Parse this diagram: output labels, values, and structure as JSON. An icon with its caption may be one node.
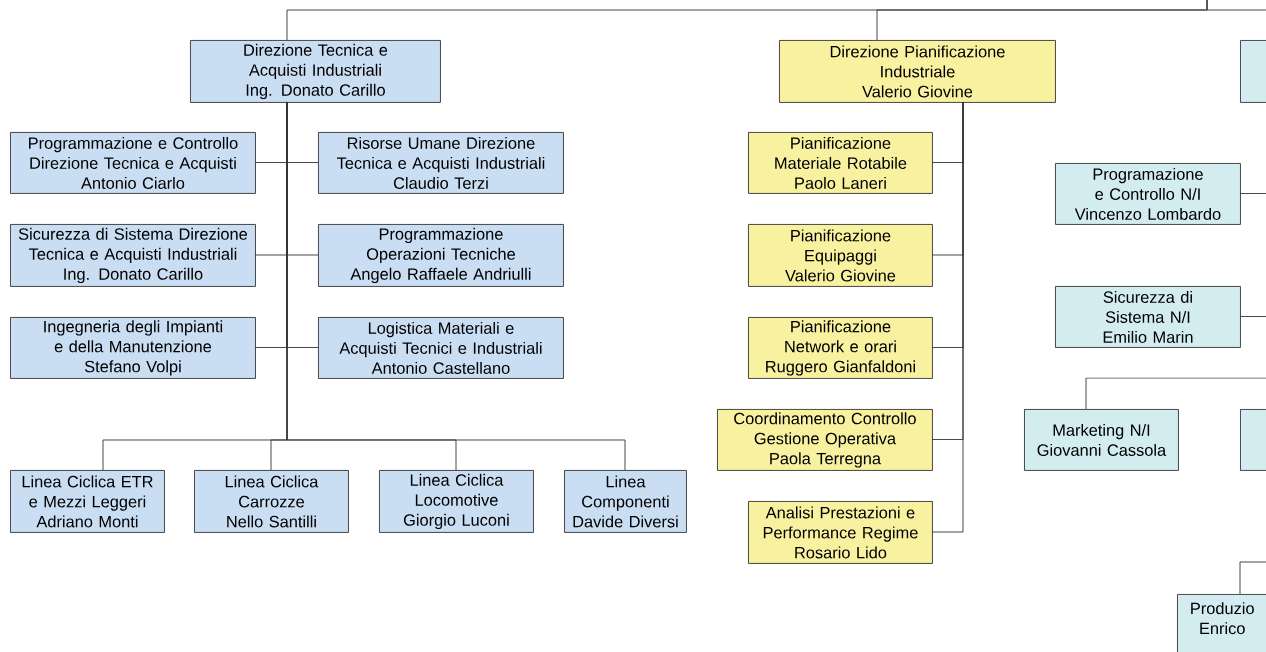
{
  "diagram": {
    "nodes": [
      {
        "text": [
          "Direzione Tecnica e Acquisti Industriali",
          "Ing. Donato Carillo"
        ]
      },
      {
        "text": [
          "Programmazione e Controllo Direzione Tecnica e Acquisti",
          "Antonio Ciarlo"
        ]
      },
      {
        "text": [
          "Risorse Umane Direzione Tecnica e Acquisti Industriali",
          "Claudio Terzi"
        ]
      },
      {
        "text": [
          "Sicurezza di Sistema Direzione Tecnica e Acquisti Industriali",
          "Ing. Donato Carillo"
        ]
      },
      {
        "text": [
          "Programmazione Operazioni Tecniche",
          "Angelo Raffaele Andriulli"
        ]
      },
      {
        "text": [
          "Ingegneria degli Impianti e della Manutenzione",
          "Stefano Volpi"
        ]
      },
      {
        "text": [
          "Logistica Materiali e Acquisti Tecnici e Industriali",
          "Antonio Castellano"
        ]
      },
      {
        "text": [
          "Linea Ciclica ETR e Mezzi Leggeri",
          "Adriano Monti"
        ]
      },
      {
        "text": [
          "Linea Ciclica Carrozze",
          "Nello Santilli"
        ]
      },
      {
        "text": [
          "Linea Ciclica Locomotive",
          "Giorgio Luconi"
        ]
      },
      {
        "text": [
          "Linea Componenti",
          "Davide Diversi"
        ]
      },
      {
        "text": [
          "Direzione Pianificazione Industriale",
          "Valerio Giovine"
        ]
      },
      {
        "text": [
          "Pianificazione Materiale Rotabile",
          "Paolo Laneri"
        ]
      },
      {
        "text": [
          "Pianificazione Equipaggi",
          "Valerio Giovine"
        ]
      },
      {
        "text": [
          "Pianificazione Network e orari",
          "Ruggero Gianfaldoni"
        ]
      },
      {
        "text": [
          "Coordinamento Controllo Gestione Operativa",
          "Paola Terregna"
        ]
      },
      {
        "text": [
          "Analisi Prestazioni e Performance Regime",
          "Rosario Lido"
        ]
      },
      {
        "text": [],
        "shape": "box"
      },
      {
        "text": [
          "Programazione e Controllo N/I",
          "Vincenzo Lombardo"
        ]
      },
      {
        "text": [
          "Sicurezza di Sistema N/I",
          "Emilio Marin"
        ]
      },
      {
        "text": [
          "Marketing N/I",
          "Giovanni Cassola"
        ]
      },
      {
        "text": [],
        "shape": "box"
      },
      {
        "text": [
          "Produzio",
          "Enrico"
        ]
      }
    ],
    "edges": [
      {
        "from": null,
        "to": 0,
        "arrow": "none"
      },
      {
        "from": null,
        "to": 11,
        "arrow": "none"
      },
      {
        "from": null,
        "to": 17,
        "arrow": "none"
      },
      {
        "from": 0,
        "to": 1,
        "arrow": "none"
      },
      {
        "from": 0,
        "to": 2,
        "arrow": "none"
      },
      {
        "from": 0,
        "to": 3,
        "arrow": "none"
      },
      {
        "from": 0,
        "to": 4,
        "arrow": "none"
      },
      {
        "from": 0,
        "to": 5,
        "arrow": "none"
      },
      {
        "from": 0,
        "to": 6,
        "arrow": "none"
      },
      {
        "from": 0,
        "to": 7,
        "arrow": "none"
      },
      {
        "from": 0,
        "to": 8,
        "arrow": "none"
      },
      {
        "from": 0,
        "to": 9,
        "arrow": "none"
      },
      {
        "from": 0,
        "to": 10,
        "arrow": "none"
      },
      {
        "from": 11,
        "to": 12,
        "arrow": "none"
      },
      {
        "from": 11,
        "to": 13,
        "arrow": "none"
      },
      {
        "from": 11,
        "to": 14,
        "arrow": "none"
      },
      {
        "from": 11,
        "to": 15,
        "arrow": "none"
      },
      {
        "from": 11,
        "to": 16,
        "arrow": "none"
      },
      {
        "from": null,
        "to": 18,
        "arrow": "none"
      },
      {
        "from": null,
        "to": 19,
        "arrow": "none"
      },
      {
        "from": null,
        "to": 20,
        "arrow": "none"
      },
      {
        "from": null,
        "to": 22,
        "arrow": "none"
      }
    ]
  }
}
